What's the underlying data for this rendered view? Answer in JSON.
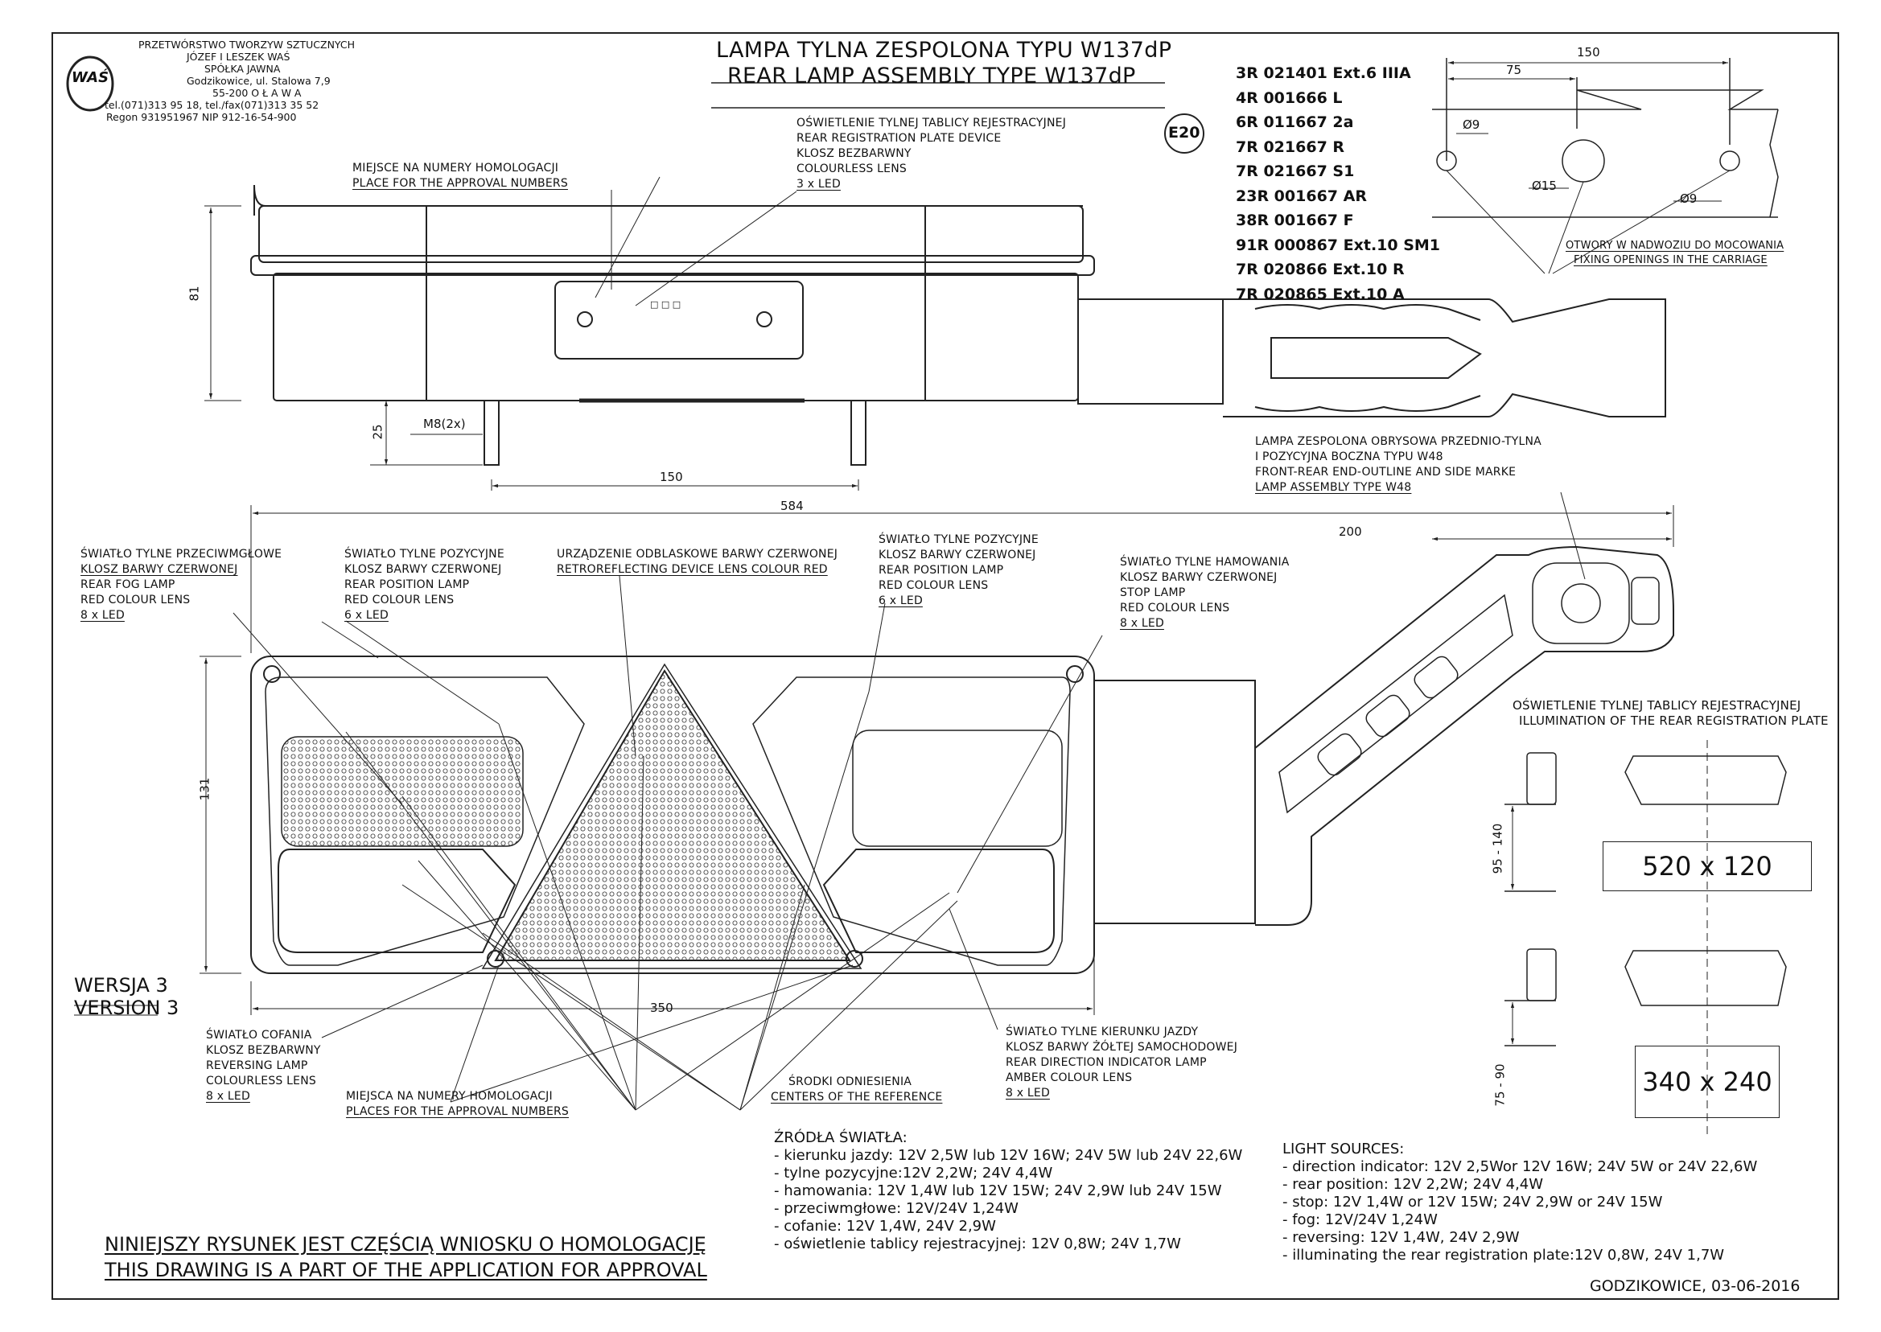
{
  "company": {
    "logo_text": "WAŚ",
    "lines": [
      "PRZETWÓRSTWO TWORZYW SZTUCZNYCH",
      "JÓZEF I LESZEK WAŚ",
      "SPÓŁKA JAWNA",
      "Godzikowice, ul. Stalowa 7,9",
      "55-200   O Ł A W A",
      "tel.(071)313 95 18, tel./fax(071)313 35 52",
      "Regon 931951967 NIP 912-16-54-900"
    ]
  },
  "title": {
    "pl": "LAMPA TYLNA ZESPOLONA TYPU W137dP",
    "en": "REAR LAMP ASSEMBLY TYPE W137dP"
  },
  "e_mark": "E20",
  "approvals": [
    "3R 021401 Ext.6 IIIA",
    "4R 001666 L",
    "6R 011667 2a",
    "7R 021667 R",
    "7R 021667 S1",
    "23R 001667 AR",
    "38R 001667 F",
    "91R 000867 Ext.10 SM1",
    "7R 020866 Ext.10 R",
    "7R 020865 Ext.10 A"
  ],
  "fixing": {
    "dims": [
      "150",
      "75",
      "Ø9",
      "Ø15",
      "Ø9"
    ],
    "note_pl": "OTWORY W NADWOZIU DO MOCOWANIA",
    "note_en": "FIXING OPENINGS IN THE CARRIAGE"
  },
  "top_view": {
    "approval_place": [
      "MIEJSCE NA NUMERY HOMOLOGACJI",
      "PLACE FOR THE APPROVAL NUMBERS"
    ],
    "plate_device": [
      "OŚWIETLENIE TYLNEJ TABLICY REJESTRACYJNEJ",
      "REAR REGISTRATION PLATE DEVICE",
      "KLOSZ BEZBARWNY",
      "COLOURLESS LENS",
      "3 x LED"
    ],
    "dims": {
      "height": "81",
      "stud": "25",
      "thread": "M8(2x)",
      "spacing": "150"
    }
  },
  "w48": [
    "LAMPA ZESPOLONA OBRYSOWA PRZEDNIO-TYLNA",
    "I POZYCYJNA BOCZNA TYPU W48",
    "FRONT-REAR END-OUTLINE AND SIDE MARKE",
    "LAMP ASSEMBLY TYPE W48"
  ],
  "front_view": {
    "dims": {
      "width": "584",
      "arm": "200",
      "height": "131",
      "lamp": "350"
    },
    "fog": [
      "ŚWIATŁO TYLNE PRZECIWMGŁOWE",
      "KLOSZ BARWY CZERWONEJ",
      "REAR FOG LAMP",
      "RED COLOUR LENS",
      "8 x LED"
    ],
    "position_left": [
      "ŚWIATŁO TYLNE POZYCYJNE",
      "KLOSZ BARWY CZERWONEJ",
      "REAR POSITION LAMP",
      "RED COLOUR LENS",
      "6 x LED"
    ],
    "retro": [
      "URZĄDZENIE ODBLASKOWE BARWY CZERWONEJ",
      "RETROREFLECTING DEVICE LENS COLOUR RED"
    ],
    "position_right": [
      "ŚWIATŁO TYLNE POZYCYJNE",
      "KLOSZ BARWY CZERWONEJ",
      "REAR POSITION LAMP",
      "RED COLOUR LENS",
      "6 x LED"
    ],
    "stop": [
      "ŚWIATŁO TYLNE  HAMOWANIA",
      "KLOSZ BARWY CZERWONEJ",
      " STOP LAMP",
      "RED COLOUR LENS",
      " 8 x LED"
    ],
    "reversing": [
      "ŚWIATŁO COFANIA",
      "KLOSZ BEZBARWNY",
      "REVERSING LAMP",
      "COLOURLESS LENS",
      "8 x LED"
    ],
    "approval_places": [
      "MIEJSCA NA NUMERY HOMOLOGACJI",
      "PLACES FOR THE APPROVAL NUMBERS"
    ],
    "centers": [
      "ŚRODKI ODNIESIENIA",
      "CENTERS OF THE REFERENCE"
    ],
    "indicator": [
      "ŚWIATŁO TYLNE KIERUNKU JAZDY",
      "KLOSZ BARWY ŻÓŁTEJ SAMOCHODOWEJ",
      "REAR DIRECTION INDICATOR LAMP",
      "AMBER COLOUR LENS",
      "8 x LED"
    ]
  },
  "version": {
    "pl": "WERSJA 3",
    "en": "VERSION 3"
  },
  "plate_illum": {
    "title_pl": "OŚWIETLENIE TYLNEJ TABLICY REJESTRACYJNEJ",
    "title_en": "ILLUMINATION OF THE REAR REGISTRATION PLATE",
    "range1": "95 - 140",
    "size1": "520 x 120",
    "range2": "75 - 90",
    "size2": "340 x 240"
  },
  "sources_pl": {
    "title": "ŹRÓDŁA ŚWIATŁA:",
    "items": [
      "- kierunku jazdy: 12V 2,5W lub 12V 16W; 24V 5W lub 24V 22,6W",
      "- tylne pozycyjne:12V 2,2W;   24V 4,4W",
      "- hamowania: 12V 1,4W lub 12V 15W; 24V 2,9W lub 24V 15W",
      "- przeciwmgłowe: 12V/24V 1,24W",
      "- cofanie:  12V 1,4W, 24V 2,9W",
      "- oświetlenie tablicy rejestracyjnej: 12V 0,8W;  24V 1,7W"
    ]
  },
  "sources_en": {
    "title": "LIGHT SOURCES:",
    "items": [
      "- direction indicator: 12V 2,5Wor 12V 16W; 24V 5W or 24V 22,6W",
      "- rear position: 12V 2,2W;   24V 4,4W",
      "- stop: 12V 1,4W or 12V 15W; 24V 2,9W or 24V 15W",
      "- fog: 12V/24V 1,24W",
      "- reversing: 12V 1,4W, 24V 2,9W",
      "- illuminating the rear registration plate:12V 0,8W,  24V 1,7W"
    ]
  },
  "footer": {
    "pl": "NINIEJSZY RYSUNEK JEST CZĘŚCIĄ  WNIOSKU O  HOMOLOGACJĘ",
    "en": "THIS DRAWING IS A PART OF THE APPLICATION FOR  APPROVAL",
    "place_date": "GODZIKOWICE,   03-06-2016"
  }
}
